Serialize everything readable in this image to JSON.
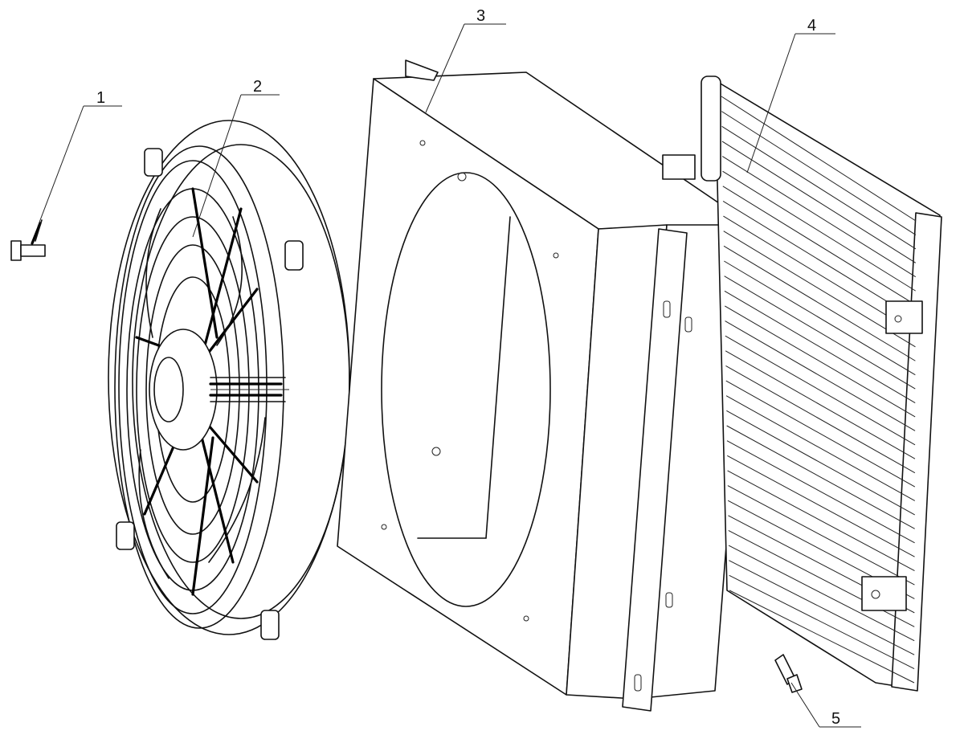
{
  "callouts": [
    {
      "id": "1",
      "text": "1"
    },
    {
      "id": "2",
      "text": "2"
    },
    {
      "id": "3",
      "text": "3"
    },
    {
      "id": "4",
      "text": "4"
    },
    {
      "id": "5",
      "text": "5"
    }
  ],
  "colors": {
    "line": "#111111",
    "background": "#ffffff"
  }
}
